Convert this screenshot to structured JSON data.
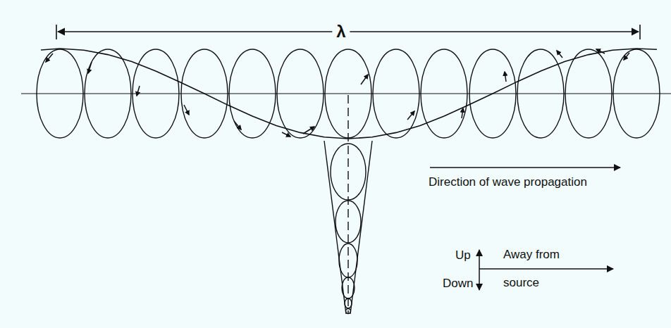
{
  "diagram": {
    "labels": [
      "λ",
      "Direction of wave propagation",
      "Up",
      "Down",
      "Away from source"
    ]
  }
}
